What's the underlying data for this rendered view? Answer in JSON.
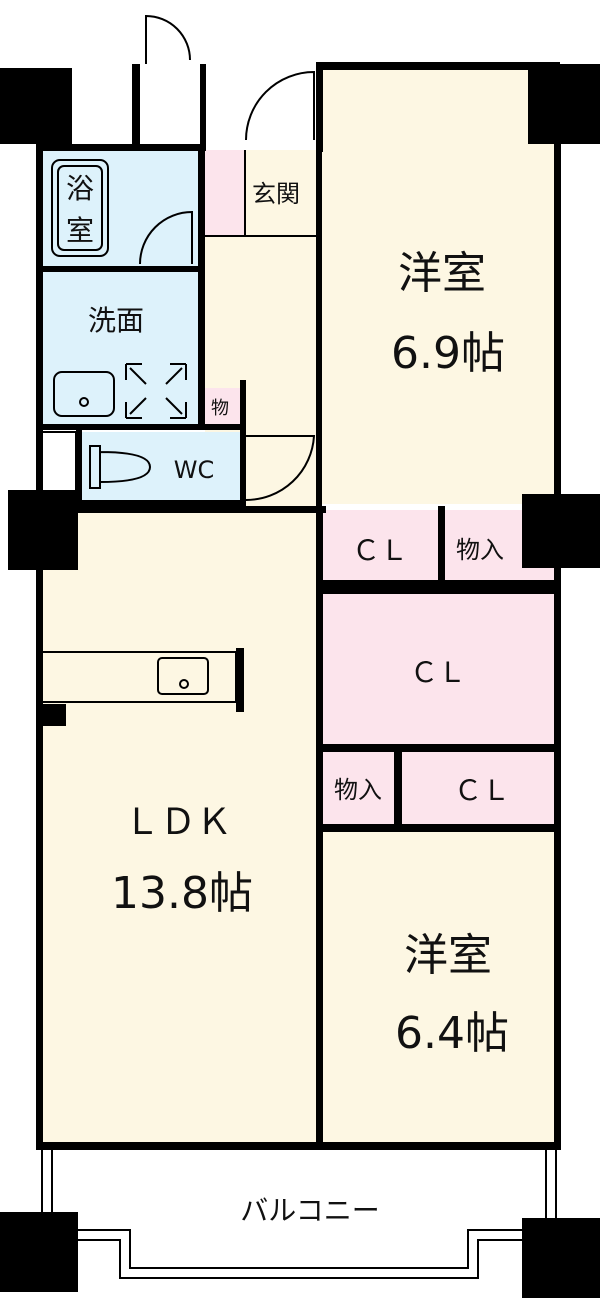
{
  "rooms": {
    "bath_line1": "浴",
    "bath_line2": "室",
    "washroom": "洗面",
    "storage_small": "物",
    "wc": "WC",
    "entrance": "玄関",
    "western1_name": "洋室",
    "western1_size": "6.9帖",
    "cl1": "ＣＬ",
    "storage1": "物入",
    "cl2": "ＣＬ",
    "storage2": "物入",
    "cl3": "ＣＬ",
    "ldk_name": "ＬＤＫ",
    "ldk_size": "13.8帖",
    "western2_name": "洋室",
    "western2_size": "6.4帖",
    "balcony": "バルコニー"
  },
  "colors": {
    "living": "#FDF7E3",
    "wet": "#DDF2FB",
    "closet": "#FCE4EC",
    "wall": "#000000",
    "balcony": "#FFFFFF"
  }
}
